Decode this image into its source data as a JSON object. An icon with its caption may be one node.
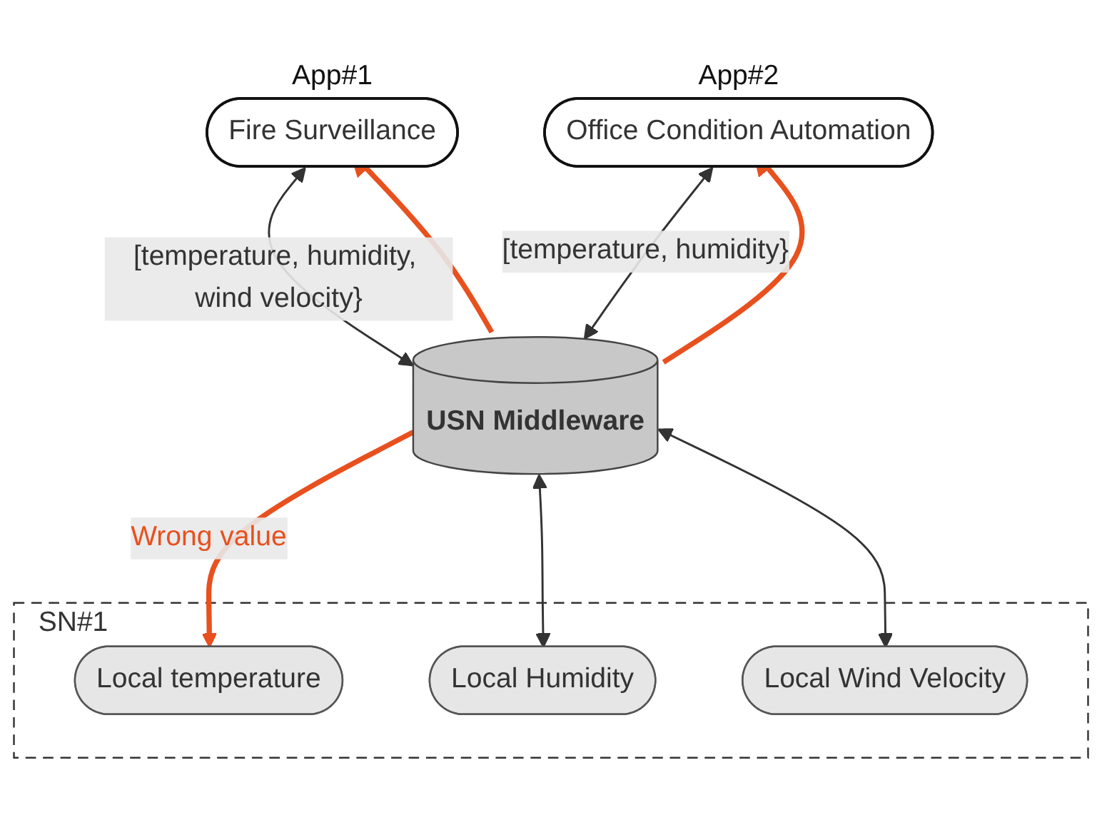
{
  "diagram": {
    "nodes": [
      {
        "text": [
          "Fire Surveillance"
        ],
        "beside": [
          "App#1"
        ]
      },
      {
        "text": [
          "Office Condition Automation"
        ],
        "beside": [
          "App#2"
        ]
      },
      {
        "text": [
          "USN Middleware"
        ]
      },
      {
        "text": [
          "SN#1"
        ]
      },
      {
        "text": [
          "Local temperature"
        ],
        "in": 3
      },
      {
        "text": [
          "Local Humidity"
        ],
        "in": 3
      },
      {
        "text": [
          "Local Wind Velocity"
        ],
        "in": 3
      }
    ],
    "edges": [
      {
        "from": 0,
        "to": 2,
        "arrow": "both",
        "label": "[temperature, humidity, wind velocity}"
      },
      {
        "from": 1,
        "to": 2,
        "arrow": "both",
        "label": "[temperature, humidity}"
      },
      {
        "from": 2,
        "to": 0,
        "arrow": "to",
        "style": "thick",
        "color": "#e8501e"
      },
      {
        "from": 2,
        "to": 1,
        "arrow": "to",
        "style": "thick",
        "color": "#e8501e"
      },
      {
        "from": 2,
        "to": 4,
        "arrow": "to",
        "style": "thick",
        "color": "#e8501e",
        "label": "Wrong value"
      },
      {
        "from": 2,
        "to": 5,
        "arrow": "both"
      },
      {
        "from": 2,
        "to": 6,
        "arrow": "both"
      }
    ]
  }
}
